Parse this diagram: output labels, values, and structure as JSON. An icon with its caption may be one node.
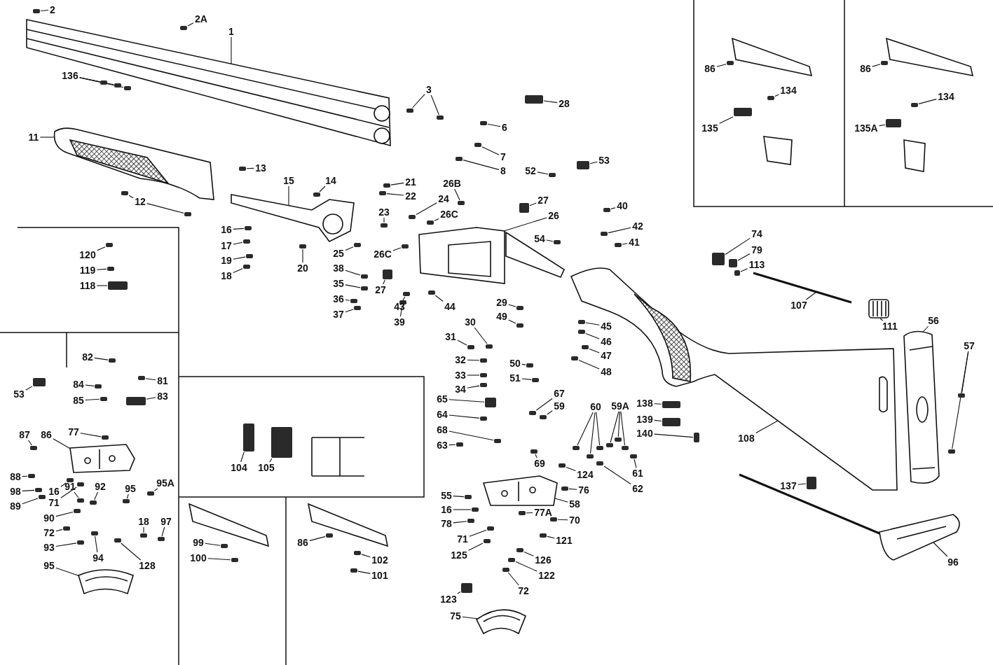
{
  "diagram": {
    "nodes": [
      {
        "text": [
          "2"
        ]
      },
      {
        "text": [
          "2A"
        ]
      },
      {
        "text": [
          "1"
        ]
      },
      {
        "text": [
          "136"
        ]
      },
      {
        "text": [
          "3"
        ]
      },
      {
        "text": [
          "28"
        ]
      },
      {
        "text": [
          "6"
        ]
      },
      {
        "text": [
          "11"
        ]
      },
      {
        "text": [
          "7"
        ]
      },
      {
        "text": [
          "8"
        ]
      },
      {
        "text": [
          "53"
        ]
      },
      {
        "text": [
          "52"
        ]
      },
      {
        "text": [
          "13"
        ]
      },
      {
        "text": [
          "15"
        ]
      },
      {
        "text": [
          "14"
        ]
      },
      {
        "text": [
          "21"
        ]
      },
      {
        "text": [
          "26B"
        ]
      },
      {
        "text": [
          "22"
        ]
      },
      {
        "text": [
          "12"
        ]
      },
      {
        "text": [
          "27"
        ]
      },
      {
        "text": [
          "40"
        ]
      },
      {
        "text": [
          "24"
        ]
      },
      {
        "text": [
          "23"
        ]
      },
      {
        "text": [
          "26C"
        ]
      },
      {
        "text": [
          "26"
        ]
      },
      {
        "text": [
          "42"
        ]
      },
      {
        "text": [
          "16"
        ]
      },
      {
        "text": [
          "54"
        ]
      },
      {
        "text": [
          "41"
        ]
      },
      {
        "text": [
          "17"
        ]
      },
      {
        "text": [
          "25"
        ]
      },
      {
        "text": [
          "26C"
        ]
      },
      {
        "text": [
          "19"
        ]
      },
      {
        "text": [
          "20"
        ]
      },
      {
        "text": [
          "38"
        ]
      },
      {
        "text": [
          "18"
        ]
      },
      {
        "text": [
          "35"
        ]
      },
      {
        "text": [
          "27"
        ]
      },
      {
        "text": [
          "36"
        ]
      },
      {
        "text": [
          "43"
        ]
      },
      {
        "text": [
          "44"
        ]
      },
      {
        "text": [
          "29"
        ]
      },
      {
        "text": [
          "37"
        ]
      },
      {
        "text": [
          "49"
        ]
      },
      {
        "text": [
          "39"
        ]
      },
      {
        "text": [
          "30"
        ]
      },
      {
        "text": [
          "45"
        ]
      },
      {
        "text": [
          "31"
        ]
      },
      {
        "text": [
          "46"
        ]
      },
      {
        "text": [
          "47"
        ]
      },
      {
        "text": [
          "32"
        ]
      },
      {
        "text": [
          "50"
        ]
      },
      {
        "text": [
          "48"
        ]
      },
      {
        "text": [
          "33"
        ]
      },
      {
        "text": [
          "51"
        ]
      },
      {
        "text": [
          "34"
        ]
      },
      {
        "text": [
          "67"
        ]
      },
      {
        "text": [
          "65"
        ]
      },
      {
        "text": [
          "59"
        ]
      },
      {
        "text": [
          "60"
        ]
      },
      {
        "text": [
          "59A"
        ]
      },
      {
        "text": [
          "64"
        ]
      },
      {
        "text": [
          "68"
        ]
      },
      {
        "text": [
          "63"
        ]
      },
      {
        "text": [
          "69"
        ]
      },
      {
        "text": [
          "61"
        ]
      },
      {
        "text": [
          "124"
        ]
      },
      {
        "text": [
          "62"
        ]
      },
      {
        "text": [
          "76"
        ]
      },
      {
        "text": [
          "55"
        ]
      },
      {
        "text": [
          "58"
        ]
      },
      {
        "text": [
          "16"
        ]
      },
      {
        "text": [
          "77A"
        ]
      },
      {
        "text": [
          "70"
        ]
      },
      {
        "text": [
          "78"
        ]
      },
      {
        "text": [
          "71"
        ]
      },
      {
        "text": [
          "121"
        ]
      },
      {
        "text": [
          "125"
        ]
      },
      {
        "text": [
          "126"
        ]
      },
      {
        "text": [
          "122"
        ]
      },
      {
        "text": [
          "72"
        ]
      },
      {
        "text": [
          "123"
        ]
      },
      {
        "text": [
          "75"
        ]
      },
      {
        "text": [
          "74"
        ]
      },
      {
        "text": [
          "79"
        ]
      },
      {
        "text": [
          "113"
        ]
      },
      {
        "text": [
          "107"
        ]
      },
      {
        "text": [
          "111"
        ]
      },
      {
        "text": [
          "56"
        ]
      },
      {
        "text": [
          "57"
        ]
      },
      {
        "text": [
          "138"
        ]
      },
      {
        "text": [
          "139"
        ]
      },
      {
        "text": [
          "140"
        ]
      },
      {
        "text": [
          "108"
        ]
      },
      {
        "text": [
          "137"
        ]
      },
      {
        "text": [
          "96"
        ]
      },
      {
        "text": [
          "86"
        ]
      },
      {
        "text": [
          "134"
        ]
      },
      {
        "text": [
          "135"
        ]
      },
      {
        "text": [
          "86"
        ]
      },
      {
        "text": [
          "134"
        ]
      },
      {
        "text": [
          "135A"
        ]
      },
      {
        "text": [
          "120"
        ]
      },
      {
        "text": [
          "119"
        ]
      },
      {
        "text": [
          "118"
        ]
      },
      {
        "text": [
          "82"
        ]
      },
      {
        "text": [
          "81"
        ]
      },
      {
        "text": [
          "84"
        ]
      },
      {
        "text": [
          "53"
        ]
      },
      {
        "text": [
          "83"
        ]
      },
      {
        "text": [
          "85"
        ]
      },
      {
        "text": [
          "77"
        ]
      },
      {
        "text": [
          "87"
        ]
      },
      {
        "text": [
          "86"
        ]
      },
      {
        "text": [
          "88"
        ]
      },
      {
        "text": [
          "16"
        ]
      },
      {
        "text": [
          "95A"
        ]
      },
      {
        "text": [
          "91"
        ]
      },
      {
        "text": [
          "92"
        ]
      },
      {
        "text": [
          "95"
        ]
      },
      {
        "text": [
          "98"
        ]
      },
      {
        "text": [
          "71"
        ]
      },
      {
        "text": [
          "89"
        ]
      },
      {
        "text": [
          "90"
        ]
      },
      {
        "text": [
          "18"
        ]
      },
      {
        "text": [
          "97"
        ]
      },
      {
        "text": [
          "72"
        ]
      },
      {
        "text": [
          "93"
        ]
      },
      {
        "text": [
          "94"
        ]
      },
      {
        "text": [
          "95"
        ]
      },
      {
        "text": [
          "128"
        ]
      },
      {
        "text": [
          "104"
        ]
      },
      {
        "text": [
          "105"
        ]
      },
      {
        "text": [
          "99"
        ]
      },
      {
        "text": [
          "86"
        ]
      },
      {
        "text": [
          "100"
        ]
      },
      {
        "text": [
          "102"
        ]
      },
      {
        "text": [
          "101"
        ]
      },
      {
        "text": [],
        "shape": "picture"
      },
      {
        "text": [],
        "shape": "picture"
      },
      {
        "text": [],
        "shape": "picture"
      },
      {
        "text": [],
        "shape": "picture"
      },
      {
        "text": [],
        "shape": "picture"
      },
      {
        "text": [],
        "shape": "picture"
      },
      {
        "text": [],
        "shape": "picture"
      },
      {
        "text": [],
        "shape": "picture"
      },
      {
        "text": [],
        "shape": "picture"
      },
      {
        "text": [],
        "shape": "picture"
      },
      {
        "text": [],
        "shape": "picture"
      },
      {
        "text": [],
        "shape": "picture"
      },
      {
        "text": [],
        "shape": "picture"
      },
      {
        "text": [],
        "shape": "box"
      },
      {
        "text": [],
        "shape": "box"
      },
      {
        "text": [],
        "shape": "box"
      },
      {
        "text": [],
        "shape": "box"
      },
      {
        "text": [],
        "shape": "box"
      },
      {
        "text": [],
        "shape": "box"
      },
      {
        "text": [],
        "shape": "box"
      },
      {
        "text": [],
        "shape": "box"
      },
      {
        "text": [],
        "shape": "box"
      },
      {
        "text": [],
        "shape": "box"
      },
      {
        "text": [],
        "shape": "box"
      },
      {
        "text": [],
        "shape": "box"
      },
      {
        "text": [],
        "shape": "box"
      },
      {
        "text": [],
        "shape": "box"
      },
      {
        "text": [],
        "shape": "box"
      },
      {
        "text": [],
        "shape": "box"
      },
      {
        "text": [],
        "shape": "box"
      },
      {
        "text": [],
        "shape": "box"
      },
      {
        "text": [],
        "shape": "box"
      },
      {
        "text": [],
        "shape": "box"
      },
      {
        "text": [],
        "shape": "box"
      },
      {
        "text": [],
        "shape": "box"
      },
      {
        "text": [],
        "shape": "box"
      },
      {
        "text": [],
        "shape": "box"
      },
      {
        "text": [],
        "shape": "box"
      },
      {
        "text": [],
        "shape": "box"
      },
      {
        "text": [],
        "shape": "box"
      },
      {
        "text": [],
        "shape": "box"
      },
      {
        "text": [],
        "shape": "box"
      },
      {
        "text": [],
        "shape": "box"
      },
      {
        "text": [],
        "shape": "box"
      },
      {
        "text": [],
        "shape": "box"
      },
      {
        "text": [],
        "shape": "box"
      },
      {
        "text": [],
        "shape": "box"
      },
      {
        "text": [],
        "shape": "box"
      },
      {
        "text": [],
        "shape": "box"
      },
      {
        "text": [],
        "shape": "box"
      },
      {
        "text": [],
        "shape": "box"
      },
      {
        "text": [],
        "shape": "box"
      },
      {
        "text": [],
        "shape": "box"
      },
      {
        "text": [],
        "shape": "box"
      },
      {
        "text": [],
        "shape": "box"
      },
      {
        "text": [],
        "shape": "box"
      },
      {
        "text": [],
        "shape": "box"
      },
      {
        "text": [],
        "shape": "box"
      },
      {
        "text": [],
        "shape": "box"
      },
      {
        "text": [],
        "shape": "box"
      },
      {
        "text": [],
        "shape": "box"
      },
      {
        "text": [],
        "shape": "box"
      },
      {
        "text": [],
        "shape": "box"
      },
      {
        "text": [],
        "shape": "box"
      },
      {
        "text": [],
        "shape": "box"
      },
      {
        "text": [],
        "shape": "box"
      },
      {
        "text": [],
        "shape": "box"
      },
      {
        "text": [],
        "shape": "box"
      },
      {
        "text": [],
        "shape": "box"
      },
      {
        "text": [],
        "shape": "box"
      },
      {
        "text": [],
        "shape": "box"
      },
      {
        "text": [],
        "shape": "box"
      },
      {
        "text": [],
        "shape": "box"
      },
      {
        "text": [],
        "shape": "box"
      },
      {
        "text": [],
        "shape": "box"
      },
      {
        "text": [],
        "shape": "box"
      },
      {
        "text": [],
        "shape": "box"
      },
      {
        "text": [],
        "shape": "box"
      },
      {
        "text": [],
        "shape": "box"
      },
      {
        "text": [],
        "shape": "box"
      },
      {
        "text": [],
        "shape": "box"
      },
      {
        "text": [],
        "shape": "box"
      },
      {
        "text": [],
        "shape": "box"
      },
      {
        "text": [],
        "shape": "box"
      },
      {
        "text": [],
        "shape": "box"
      },
      {
        "text": [],
        "shape": "box"
      },
      {
        "text": [],
        "shape": "box"
      },
      {
        "text": [],
        "shape": "box"
      },
      {
        "text": [],
        "shape": "box"
      },
      {
        "text": [],
        "shape": "box"
      },
      {
        "text": [],
        "shape": "box"
      },
      {
        "text": [],
        "shape": "box"
      },
      {
        "text": [],
        "shape": "box"
      },
      {
        "text": [],
        "shape": "box"
      },
      {
        "text": [],
        "shape": "box"
      },
      {
        "text": [],
        "shape": "box"
      },
      {
        "text": [],
        "shape": "box"
      },
      {
        "text": [],
        "shape": "box"
      },
      {
        "text": [],
        "shape": "box"
      },
      {
        "text": [],
        "shape": "box"
      },
      {
        "text": [],
        "shape": "box"
      },
      {
        "text": [],
        "shape": "box"
      },
      {
        "text": [],
        "shape": "box"
      },
      {
        "text": [],
        "shape": "box"
      },
      {
        "text": [],
        "shape": "box"
      },
      {
        "text": [],
        "shape": "box"
      },
      {
        "text": [],
        "shape": "box"
      },
      {
        "text": [],
        "shape": "box"
      },
      {
        "text": [],
        "shape": "box"
      },
      {
        "text": [],
        "shape": "box"
      },
      {
        "text": [],
        "shape": "box"
      },
      {
        "text": [],
        "shape": "box"
      },
      {
        "text": [],
        "shape": "box"
      },
      {
        "text": [],
        "shape": "box"
      },
      {
        "text": [],
        "shape": "box"
      },
      {
        "text": [],
        "shape": "box"
      },
      {
        "text": [],
        "shape": "box"
      },
      {
        "text": [],
        "shape": "box"
      },
      {
        "text": [],
        "shape": "box"
      },
      {
        "text": [],
        "shape": "box"
      },
      {
        "text": [],
        "shape": "box"
      },
      {
        "text": [],
        "shape": "box"
      },
      {
        "text": [],
        "shape": "box"
      },
      {
        "text": [],
        "shape": "box"
      },
      {
        "text": [],
        "shape": "box"
      },
      {
        "text": [],
        "shape": "box"
      },
      {
        "text": [],
        "shape": "box"
      },
      {
        "text": [],
        "shape": "box"
      },
      {
        "text": [],
        "shape": "box"
      },
      {
        "text": [],
        "shape": "box"
      },
      {
        "text": [],
        "shape": "box"
      },
      {
        "text": [],
        "shape": "box"
      },
      {
        "text": [],
        "shape": "box"
      },
      {
        "text": [],
        "shape": "box"
      },
      {
        "text": [],
        "shape": "box"
      },
      {
        "text": [],
        "shape": "box"
      },
      {
        "text": [],
        "shape": "box"
      },
      {
        "text": [],
        "shape": "box"
      },
      {
        "text": [],
        "shape": "box"
      },
      {
        "text": [],
        "shape": "box"
      },
      {
        "text": [],
        "shape": "box"
      },
      {
        "text": [],
        "shape": "box"
      },
      {
        "text": [],
        "shape": "box"
      },
      {
        "text": [],
        "shape": "box"
      },
      {
        "text": [],
        "shape": "box"
      },
      {
        "text": [],
        "shape": "box"
      },
      {
        "text": [],
        "shape": "box"
      }
    ],
    "edges": [
      {
        "from": 0,
        "to": 151,
        "arrow": "none"
      },
      {
        "from": 1,
        "to": 152,
        "arrow": "none"
      },
      {
        "from": 2,
        "to": 138,
        "arrow": "none"
      },
      {
        "from": 3,
        "to": 153,
        "arrow": "none"
      },
      {
        "from": 3,
        "to": 154,
        "arrow": "none"
      },
      {
        "from": 3,
        "to": 155,
        "arrow": "none"
      },
      {
        "from": 4,
        "to": 156,
        "arrow": "none"
      },
      {
        "from": 4,
        "to": 157,
        "arrow": "none"
      },
      {
        "from": 5,
        "to": 158,
        "arrow": "none"
      },
      {
        "from": 6,
        "to": 159,
        "arrow": "none"
      },
      {
        "from": 7,
        "to": 139,
        "arrow": "none"
      },
      {
        "from": 8,
        "to": 160,
        "arrow": "none"
      },
      {
        "from": 9,
        "to": 161,
        "arrow": "none"
      },
      {
        "from": 10,
        "to": 162,
        "arrow": "none"
      },
      {
        "from": 11,
        "to": 163,
        "arrow": "none"
      },
      {
        "from": 12,
        "to": 164,
        "arrow": "none"
      },
      {
        "from": 13,
        "to": 140,
        "arrow": "none"
      },
      {
        "from": 14,
        "to": 165,
        "arrow": "none"
      },
      {
        "from": 15,
        "to": 166,
        "arrow": "none"
      },
      {
        "from": 16,
        "to": 167,
        "arrow": "none"
      },
      {
        "from": 17,
        "to": 168,
        "arrow": "none"
      },
      {
        "from": 18,
        "to": 169,
        "arrow": "none"
      },
      {
        "from": 18,
        "to": 170,
        "arrow": "none"
      },
      {
        "from": 19,
        "to": 171,
        "arrow": "none"
      },
      {
        "from": 20,
        "to": 172,
        "arrow": "none"
      },
      {
        "from": 21,
        "to": 173,
        "arrow": "none"
      },
      {
        "from": 22,
        "to": 174,
        "arrow": "none"
      },
      {
        "from": 23,
        "to": 175,
        "arrow": "none"
      },
      {
        "from": 24,
        "to": 141,
        "arrow": "none"
      },
      {
        "from": 25,
        "to": 176,
        "arrow": "none"
      },
      {
        "from": 26,
        "to": 177,
        "arrow": "none"
      },
      {
        "from": 27,
        "to": 178,
        "arrow": "none"
      },
      {
        "from": 28,
        "to": 179,
        "arrow": "none"
      },
      {
        "from": 29,
        "to": 180,
        "arrow": "none"
      },
      {
        "from": 30,
        "to": 181,
        "arrow": "none"
      },
      {
        "from": 31,
        "to": 182,
        "arrow": "none"
      },
      {
        "from": 32,
        "to": 183,
        "arrow": "none"
      },
      {
        "from": 33,
        "to": 184,
        "arrow": "none"
      },
      {
        "from": 34,
        "to": 185,
        "arrow": "none"
      },
      {
        "from": 35,
        "to": 186,
        "arrow": "none"
      },
      {
        "from": 36,
        "to": 187,
        "arrow": "none"
      },
      {
        "from": 37,
        "to": 188,
        "arrow": "none"
      },
      {
        "from": 38,
        "to": 189,
        "arrow": "none"
      },
      {
        "from": 39,
        "to": 190,
        "arrow": "none"
      },
      {
        "from": 40,
        "to": 191,
        "arrow": "none"
      },
      {
        "from": 41,
        "to": 192,
        "arrow": "none"
      },
      {
        "from": 42,
        "to": 193,
        "arrow": "none"
      },
      {
        "from": 43,
        "to": 194,
        "arrow": "none"
      },
      {
        "from": 44,
        "to": 195,
        "arrow": "none"
      },
      {
        "from": 45,
        "to": 196,
        "arrow": "none"
      },
      {
        "from": 46,
        "to": 197,
        "arrow": "none"
      },
      {
        "from": 47,
        "to": 198,
        "arrow": "none"
      },
      {
        "from": 48,
        "to": 199,
        "arrow": "none"
      },
      {
        "from": 49,
        "to": 200,
        "arrow": "none"
      },
      {
        "from": 50,
        "to": 201,
        "arrow": "none"
      },
      {
        "from": 51,
        "to": 202,
        "arrow": "none"
      },
      {
        "from": 52,
        "to": 203,
        "arrow": "none"
      },
      {
        "from": 53,
        "to": 204,
        "arrow": "none"
      },
      {
        "from": 54,
        "to": 205,
        "arrow": "none"
      },
      {
        "from": 55,
        "to": 206,
        "arrow": "none"
      },
      {
        "from": 56,
        "to": 207,
        "arrow": "none"
      },
      {
        "from": 57,
        "to": 208,
        "arrow": "none"
      },
      {
        "from": 58,
        "to": 209,
        "arrow": "none"
      },
      {
        "from": 59,
        "to": 210,
        "arrow": "none"
      },
      {
        "from": 59,
        "to": 211,
        "arrow": "none"
      },
      {
        "from": 59,
        "to": 212,
        "arrow": "none"
      },
      {
        "from": 60,
        "to": 213,
        "arrow": "none"
      },
      {
        "from": 60,
        "to": 214,
        "arrow": "none"
      },
      {
        "from": 60,
        "to": 215,
        "arrow": "none"
      },
      {
        "from": 61,
        "to": 216,
        "arrow": "none"
      },
      {
        "from": 62,
        "to": 217,
        "arrow": "none"
      },
      {
        "from": 63,
        "to": 218,
        "arrow": "none"
      },
      {
        "from": 64,
        "to": 219,
        "arrow": "none"
      },
      {
        "from": 65,
        "to": 220,
        "arrow": "none"
      },
      {
        "from": 66,
        "to": 221,
        "arrow": "none"
      },
      {
        "from": 67,
        "to": 222,
        "arrow": "none"
      },
      {
        "from": 68,
        "to": 223,
        "arrow": "none"
      },
      {
        "from": 69,
        "to": 224,
        "arrow": "none"
      },
      {
        "from": 70,
        "to": 145,
        "arrow": "none"
      },
      {
        "from": 71,
        "to": 225,
        "arrow": "none"
      },
      {
        "from": 72,
        "to": 226,
        "arrow": "none"
      },
      {
        "from": 73,
        "to": 227,
        "arrow": "none"
      },
      {
        "from": 74,
        "to": 228,
        "arrow": "none"
      },
      {
        "from": 75,
        "to": 229,
        "arrow": "none"
      },
      {
        "from": 76,
        "to": 230,
        "arrow": "none"
      },
      {
        "from": 77,
        "to": 231,
        "arrow": "none"
      },
      {
        "from": 78,
        "to": 232,
        "arrow": "none"
      },
      {
        "from": 79,
        "to": 233,
        "arrow": "none"
      },
      {
        "from": 80,
        "to": 234,
        "arrow": "none"
      },
      {
        "from": 81,
        "to": 235,
        "arrow": "none"
      },
      {
        "from": 82,
        "to": 147,
        "arrow": "none"
      },
      {
        "from": 83,
        "to": 236,
        "arrow": "none"
      },
      {
        "from": 84,
        "to": 237,
        "arrow": "none"
      },
      {
        "from": 85,
        "to": 238,
        "arrow": "none"
      },
      {
        "from": 86,
        "to": 149,
        "arrow": "none"
      },
      {
        "from": 87,
        "to": 150,
        "arrow": "none"
      },
      {
        "from": 88,
        "to": 143,
        "arrow": "none"
      },
      {
        "from": 89,
        "to": 239,
        "arrow": "none"
      },
      {
        "from": 89,
        "to": 240,
        "arrow": "none"
      },
      {
        "from": 90,
        "to": 241,
        "arrow": "none"
      },
      {
        "from": 91,
        "to": 242,
        "arrow": "none"
      },
      {
        "from": 92,
        "to": 243,
        "arrow": "none"
      },
      {
        "from": 93,
        "to": 142,
        "arrow": "none"
      },
      {
        "from": 94,
        "to": 244,
        "arrow": "none"
      },
      {
        "from": 95,
        "to": 144,
        "arrow": "none"
      },
      {
        "from": 96,
        "to": 245,
        "arrow": "none"
      },
      {
        "from": 97,
        "to": 246,
        "arrow": "none"
      },
      {
        "from": 98,
        "to": 247,
        "arrow": "none"
      },
      {
        "from": 99,
        "to": 248,
        "arrow": "none"
      },
      {
        "from": 100,
        "to": 249,
        "arrow": "none"
      },
      {
        "from": 101,
        "to": 250,
        "arrow": "none"
      },
      {
        "from": 102,
        "to": 251,
        "arrow": "none"
      },
      {
        "from": 103,
        "to": 252,
        "arrow": "none"
      },
      {
        "from": 104,
        "to": 253,
        "arrow": "none"
      },
      {
        "from": 105,
        "to": 254,
        "arrow": "none"
      },
      {
        "from": 106,
        "to": 255,
        "arrow": "none"
      },
      {
        "from": 107,
        "to": 256,
        "arrow": "none"
      },
      {
        "from": 108,
        "to": 257,
        "arrow": "none"
      },
      {
        "from": 109,
        "to": 258,
        "arrow": "none"
      },
      {
        "from": 110,
        "to": 259,
        "arrow": "none"
      },
      {
        "from": 111,
        "to": 260,
        "arrow": "none"
      },
      {
        "from": 112,
        "to": 261,
        "arrow": "none"
      },
      {
        "from": 113,
        "to": 146,
        "arrow": "none"
      },
      {
        "from": 114,
        "to": 262,
        "arrow": "none"
      },
      {
        "from": 115,
        "to": 263,
        "arrow": "none"
      },
      {
        "from": 116,
        "to": 264,
        "arrow": "none"
      },
      {
        "from": 117,
        "to": 265,
        "arrow": "none"
      },
      {
        "from": 118,
        "to": 266,
        "arrow": "none"
      },
      {
        "from": 119,
        "to": 267,
        "arrow": "none"
      },
      {
        "from": 120,
        "to": 268,
        "arrow": "none"
      },
      {
        "from": 121,
        "to": 269,
        "arrow": "none"
      },
      {
        "from": 122,
        "to": 270,
        "arrow": "none"
      },
      {
        "from": 123,
        "to": 271,
        "arrow": "none"
      },
      {
        "from": 124,
        "to": 272,
        "arrow": "none"
      },
      {
        "from": 125,
        "to": 273,
        "arrow": "none"
      },
      {
        "from": 126,
        "to": 274,
        "arrow": "none"
      },
      {
        "from": 127,
        "to": 275,
        "arrow": "none"
      },
      {
        "from": 128,
        "to": 276,
        "arrow": "none"
      },
      {
        "from": 129,
        "to": 148,
        "arrow": "none"
      },
      {
        "from": 130,
        "to": 277,
        "arrow": "none"
      },
      {
        "from": 131,
        "to": 278,
        "arrow": "none"
      },
      {
        "from": 132,
        "to": 279,
        "arrow": "none"
      },
      {
        "from": 133,
        "to": 280,
        "arrow": "none"
      },
      {
        "from": 134,
        "to": 281,
        "arrow": "none"
      },
      {
        "from": 135,
        "to": 282,
        "arrow": "none"
      },
      {
        "from": 136,
        "to": 283,
        "arrow": "none"
      },
      {
        "from": 137,
        "to": 284,
        "arrow": "none"
      }
    ]
  }
}
